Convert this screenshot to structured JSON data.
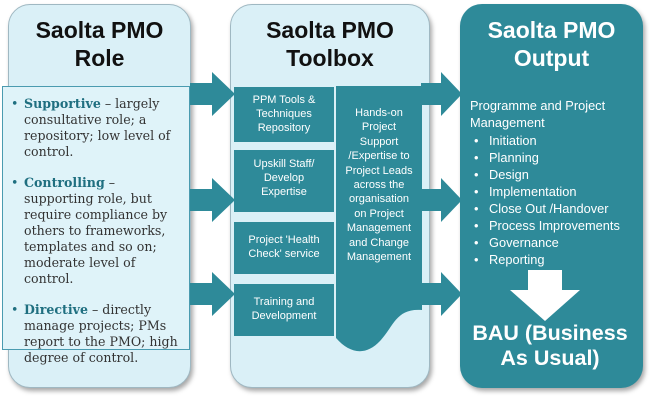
{
  "role": {
    "title_line1": "Saolta PMO",
    "title_line2": "Role",
    "items": [
      {
        "heading": "Supportive",
        "text": " – largely consultative role; a repository; low level of control."
      },
      {
        "heading": "Controlling",
        "text": " – supporting role, but require compliance by others to frameworks, templates and so on; moderate level of control."
      },
      {
        "heading": "Directive",
        "text": " – directly manage projects; PMs report to the PMO; high degree of control."
      }
    ]
  },
  "toolbox": {
    "title_line1": "Saolta PMO",
    "title_line2": "Toolbox",
    "tools": [
      {
        "lines": [
          "PPM Tools &",
          "Techniques",
          "Repository"
        ]
      },
      {
        "lines": [
          "Upskill Staff/",
          "Develop",
          "Expertise"
        ]
      },
      {
        "lines": [
          "Project 'Health",
          "Check' service"
        ]
      },
      {
        "lines": [
          "Training and",
          "Development"
        ]
      }
    ],
    "support_lines": [
      "Hands-on",
      "Project",
      "Support",
      "/Expertise to",
      "Project Leads",
      "across the",
      "organisation",
      "on Project",
      "Management",
      "and Change",
      "Management"
    ]
  },
  "output": {
    "title_line1": "Saolta PMO",
    "title_line2": "Output",
    "intro": "Programme and Project Management",
    "items": [
      "Initiation",
      "Planning",
      "Design",
      "Implementation",
      "Close Out /Handover",
      "Process Improvements",
      "Governance",
      "Reporting"
    ],
    "result_line1": "BAU (Business",
    "result_line2": "As Usual)"
  },
  "colors": {
    "teal": "#2e8a99",
    "light_panel": "#daf0f7",
    "accent_text": "#1f6f80"
  }
}
